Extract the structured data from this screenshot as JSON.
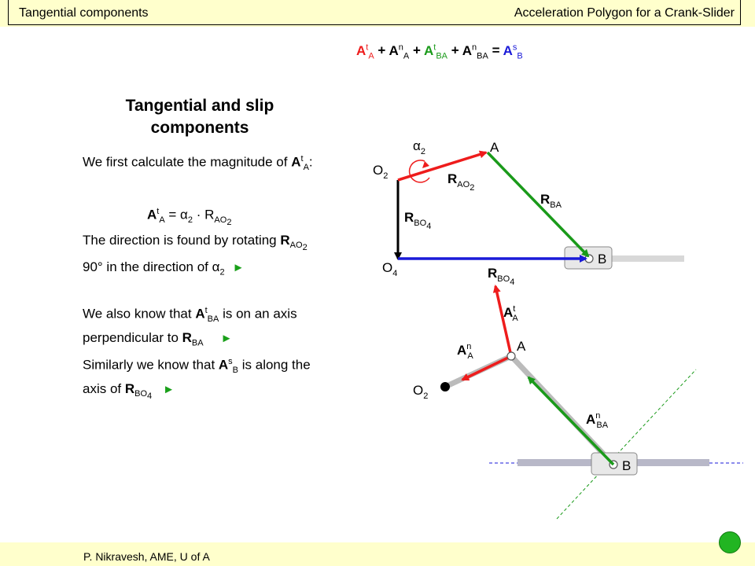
{
  "header": {
    "left": "Tangential components",
    "right": "Acceleration Polygon for a Crank-Slider"
  },
  "equation": {
    "t1": "A",
    "t1_sup": "t",
    "t1_sub": "A",
    "plus": "+",
    "t2": "A",
    "t2_sup": "n",
    "t2_sub": "A",
    "t3": "A",
    "t3_sup": "t",
    "t3_sub": "BA",
    "t4": "A",
    "t4_sup": "n",
    "t4_sub": "BA",
    "eq": "=",
    "t5": "A",
    "t5_sup": "s",
    "t5_sub": "B"
  },
  "section": {
    "title": "Tangential and slip components",
    "p1_a": "We first calculate the magnitude of ",
    "p1_A": "A",
    "p1_sup": "t",
    "p1_sub": "A",
    "p1_end": ":",
    "f_A": "A",
    "f_sup": "t",
    "f_sub": "A",
    "f_mid": " = α",
    "f_alpha_sub": "2",
    "f_dot": " · R",
    "f_R_sub": "AO",
    "f_R_subsub": "2",
    "p2_a": "The direction is found by rotating ",
    "p2_R": "R",
    "p2_R_sub": "AO",
    "p2_R_subsub": "2",
    "p2_b": " 90° in the direction of α",
    "p2_alpha_sub": "2",
    "p3_a": "We also know that ",
    "p3_A": "A",
    "p3_sup": "t",
    "p3_sub": "BA",
    "p3_b": " is on an axis perpendicular to ",
    "p3_R": "R",
    "p3_R_sub": "BA",
    "p4_a": "Similarly we know that ",
    "p4_A": "A",
    "p4_sup": "s",
    "p4_sub": "B",
    "p4_b": " is along the axis of ",
    "p4_R": "R",
    "p4_R_sub": "BO",
    "p4_R_subsub": "4",
    "arrow": "►"
  },
  "diagram_top": {
    "alpha": "α",
    "alpha_sub": "2",
    "A": "A",
    "O2": "O",
    "O2_sub": "2",
    "R_AO2": "R",
    "R_AO2_sub": "AO",
    "R_AO2_subsub": "2",
    "R_BA": "R",
    "R_BA_sub": "BA",
    "R_BO4_v": "R",
    "R_BO4_v_sub": "BO",
    "R_BO4_v_subsub": "4",
    "O4": "O",
    "O4_sub": "4",
    "B": "B",
    "R_BO4_h": "R",
    "R_BO4_h_sub": "BO",
    "R_BO4_h_subsub": "4"
  },
  "diagram_bottom": {
    "AtA": "A",
    "AtA_sup": "t",
    "AtA_sub": "A",
    "AnA": "A",
    "AnA_sup": "n",
    "AnA_sub": "A",
    "A": "A",
    "O2": "O",
    "O2_sub": "2",
    "AnBA": "A",
    "AnBA_sup": "n",
    "AnBA_sub": "BA",
    "B": "B"
  },
  "footer": "P. Nikravesh, AME, U of A",
  "colors": {
    "banner": "#ffffcc",
    "red": "#ee1c1c",
    "green": "#1a9a1a",
    "blue": "#1a1ad8",
    "nav": "#22b522"
  }
}
